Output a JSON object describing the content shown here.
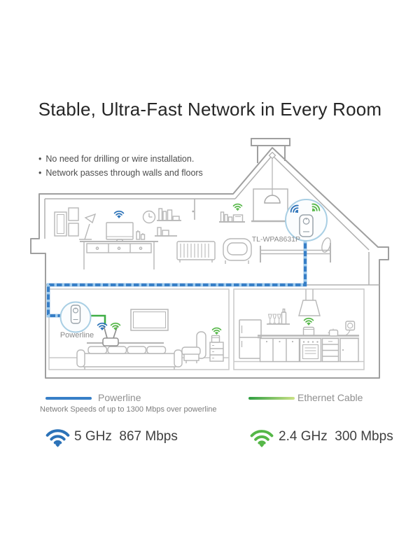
{
  "title": "Stable, Ultra-Fast Network in Every Room",
  "bullets": [
    "No need for drilling or wire installation.",
    "Network passes through walls and floors"
  ],
  "bullet_char": "•",
  "diagram": {
    "upper_adapter_label": "TL-WPA8631P",
    "lower_adapter_label": "Powerline",
    "icons": {
      "wifi_blue": "wifi-icon (5 GHz, blue)",
      "wifi_green": "wifi-icon (2.4 GHz, green)",
      "powerline_adapter": "powerline-adapter-icon",
      "router": "router-icon"
    }
  },
  "legend": {
    "powerline": {
      "label": "Powerline",
      "note": "Network Speeds of up to 1300 Mbps over powerline"
    },
    "ethernet": {
      "label": "Ethernet Cable"
    }
  },
  "speeds": {
    "wifi5": "5 GHz  867 Mbps",
    "wifi24": "2.4 GHz  300 Mbps"
  },
  "colors": {
    "powerline": "#377fc7",
    "powerline_dash": "#9ecbee",
    "ethernet": "#3fae46",
    "ethernet_grad_start": "#2f9e41",
    "ethernet_grad_end": "#cbe287",
    "wifi_blue": "#2b72b8",
    "wifi_green": "#55b747",
    "outline": "#9f9f9f",
    "circle_border": "#a9cfe4",
    "text_dark": "#262626"
  }
}
